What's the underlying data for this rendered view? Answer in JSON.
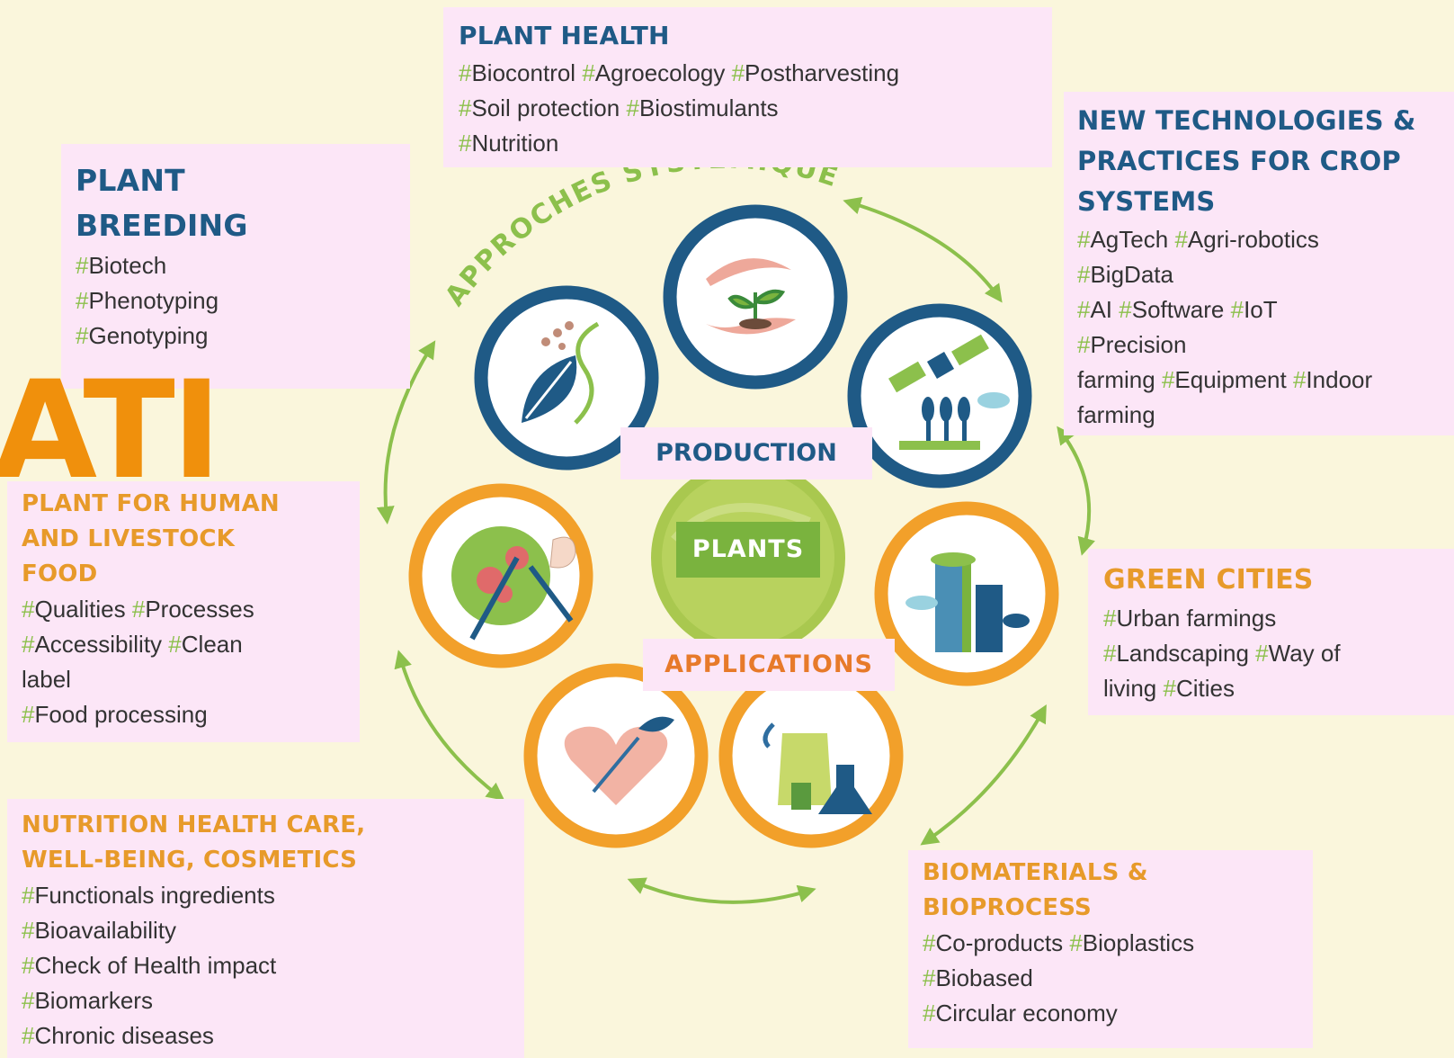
{
  "big_text": "ATI",
  "arc_label": "APPROCHES SYSTEMIQUES",
  "center": {
    "top": "PRODUCTION",
    "middle": "PLANTS",
    "bottom": "APPLICATIONS"
  },
  "colors": {
    "background": "#faf6dc",
    "box": "#fce6f7",
    "blue": "#1f5a86",
    "orange": "#e79a2a",
    "green": "#8cc04c",
    "big_text": "#f0900c"
  },
  "boxes": {
    "plant_health": {
      "title": "PLANT HEALTH",
      "lines": [
        [
          "Biocontrol",
          "Agroecology",
          "Postharvesting"
        ],
        [
          "Soil protection",
          "Biostimulants"
        ],
        [
          "Nutrition"
        ]
      ]
    },
    "plant_breeding": {
      "title_1": "PLANT",
      "title_2": "BREEDING",
      "lines": [
        [
          "Biotech"
        ],
        [
          "Phenotyping"
        ],
        [
          "Genotyping"
        ]
      ]
    },
    "new_tech": {
      "title_1": "NEW TECHNOLOGIES &",
      "title_2": "PRACTICES FOR CROP",
      "title_3": "SYSTEMS",
      "lines": [
        [
          "AgTech",
          "Agri-robotics"
        ],
        [
          "BigData"
        ],
        [
          "AI",
          "Software",
          "IoT"
        ],
        [
          "Precision"
        ],
        [
          "farming",
          "Equipment",
          "Indoor"
        ],
        [
          "farming"
        ]
      ]
    },
    "human_food": {
      "title_1": "PLANT FOR HUMAN",
      "title_2": "AND LIVESTOCK",
      "title_3": "FOOD",
      "lines": [
        [
          "Qualities",
          "Processes"
        ],
        [
          "Accessibility",
          "Clean"
        ],
        [
          "label"
        ],
        [
          "Food processing"
        ]
      ]
    },
    "green_cities": {
      "title": "GREEN CITIES",
      "lines": [
        [
          "Urban farmings"
        ],
        [
          "Landscaping",
          "Way of"
        ],
        [
          "living",
          "Cities"
        ]
      ]
    },
    "nutrition": {
      "title_1": "NUTRITION HEALTH CARE,",
      "title_2": "WELL-BEING, COSMETICS",
      "lines": [
        [
          "Functionals ingredients"
        ],
        [
          "Bioavailability"
        ],
        [
          "Check of Health impact"
        ],
        [
          "Biomarkers"
        ],
        [
          "Chronic diseases"
        ]
      ]
    },
    "biomaterials": {
      "title_1": "BIOMATERIALS &",
      "title_2": "BIOPROCESS",
      "lines": [
        [
          "Co-products",
          "Bioplastics"
        ],
        [
          "Biobased"
        ],
        [
          "Circular economy"
        ]
      ]
    }
  }
}
